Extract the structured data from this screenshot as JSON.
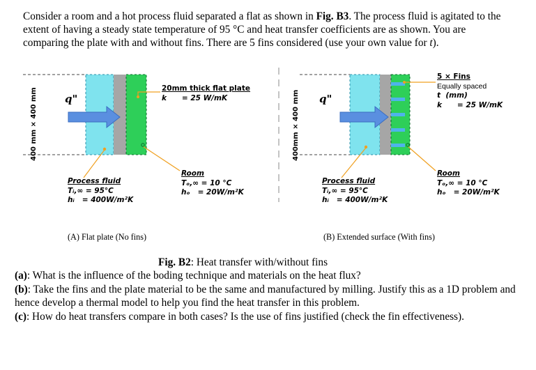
{
  "intro": {
    "p1": "Consider a room and a hot process fluid separated a flat as shown in ",
    "p1_bold": "Fig. B3",
    "p2": ". The process fluid is agitated to the extent of having a steady state temperature of 95 °C and heat transfer coefficients are as shown. You are comparing the plate with and without fins. There are 5 fins considered (use your own value for ",
    "p2_t": "t",
    "p3": ")."
  },
  "figure": {
    "panel_a": {
      "side_label": "400 mm × 400 mm",
      "flux": "q\"",
      "plate_title": "20mm thick flat plate",
      "plate_k": "k      = 25 W/mK",
      "fluid_title": "Process fluid",
      "fluid_T": "Tᵢ,∞ = 95°C",
      "fluid_h": "hᵢ   = 400W/m²K",
      "room_title": "Room",
      "room_T": "Tₒ,∞ = 10 °C",
      "room_h": "hₒ   = 20W/m²K",
      "caption": "(A) Flat plate (No fins)"
    },
    "panel_b": {
      "side_label": "400mm × 400 mm",
      "flux": "q\"",
      "fins_title": "5 × Fins",
      "fins_l1": "Equally spaced",
      "fins_l2": "t  (mm)",
      "fins_l3": "k      = 25 W/mK",
      "fluid_title": "Process fluid",
      "fluid_T": "Tᵢ,∞ = 95°C",
      "fluid_h": "hᵢ   = 400W/m²K",
      "room_title": "Room",
      "room_T": "Tₒ,∞ = 10 °C",
      "room_h": "hₒ   = 20W/m²K",
      "caption": "(B) Extended surface (With fins)"
    },
    "caption_bold": "Fig. B2",
    "caption_text": ": Heat transfer with/without fins"
  },
  "questions": [
    {
      "tag": "(a)",
      "text": ": What is the influence of the boding technique and materials on the heat flux?"
    },
    {
      "tag": "(b)",
      "text": ": Take the fins and the plate material to be the same and manufactured by milling. Justify this as a 1D problem and hence develop a thermal model to help you find the heat transfer in this problem."
    },
    {
      "tag": "(c)",
      "text": ": How do heat transfers compare in both cases? Is the use of fins justified (check the fin effectiveness)."
    }
  ],
  "colors": {
    "fluid": "#7fe3ee",
    "plate": "#a6a6a6",
    "room": "#2ecf59",
    "arrow": "#5a8fe0",
    "fin": "#4fb3ea"
  }
}
